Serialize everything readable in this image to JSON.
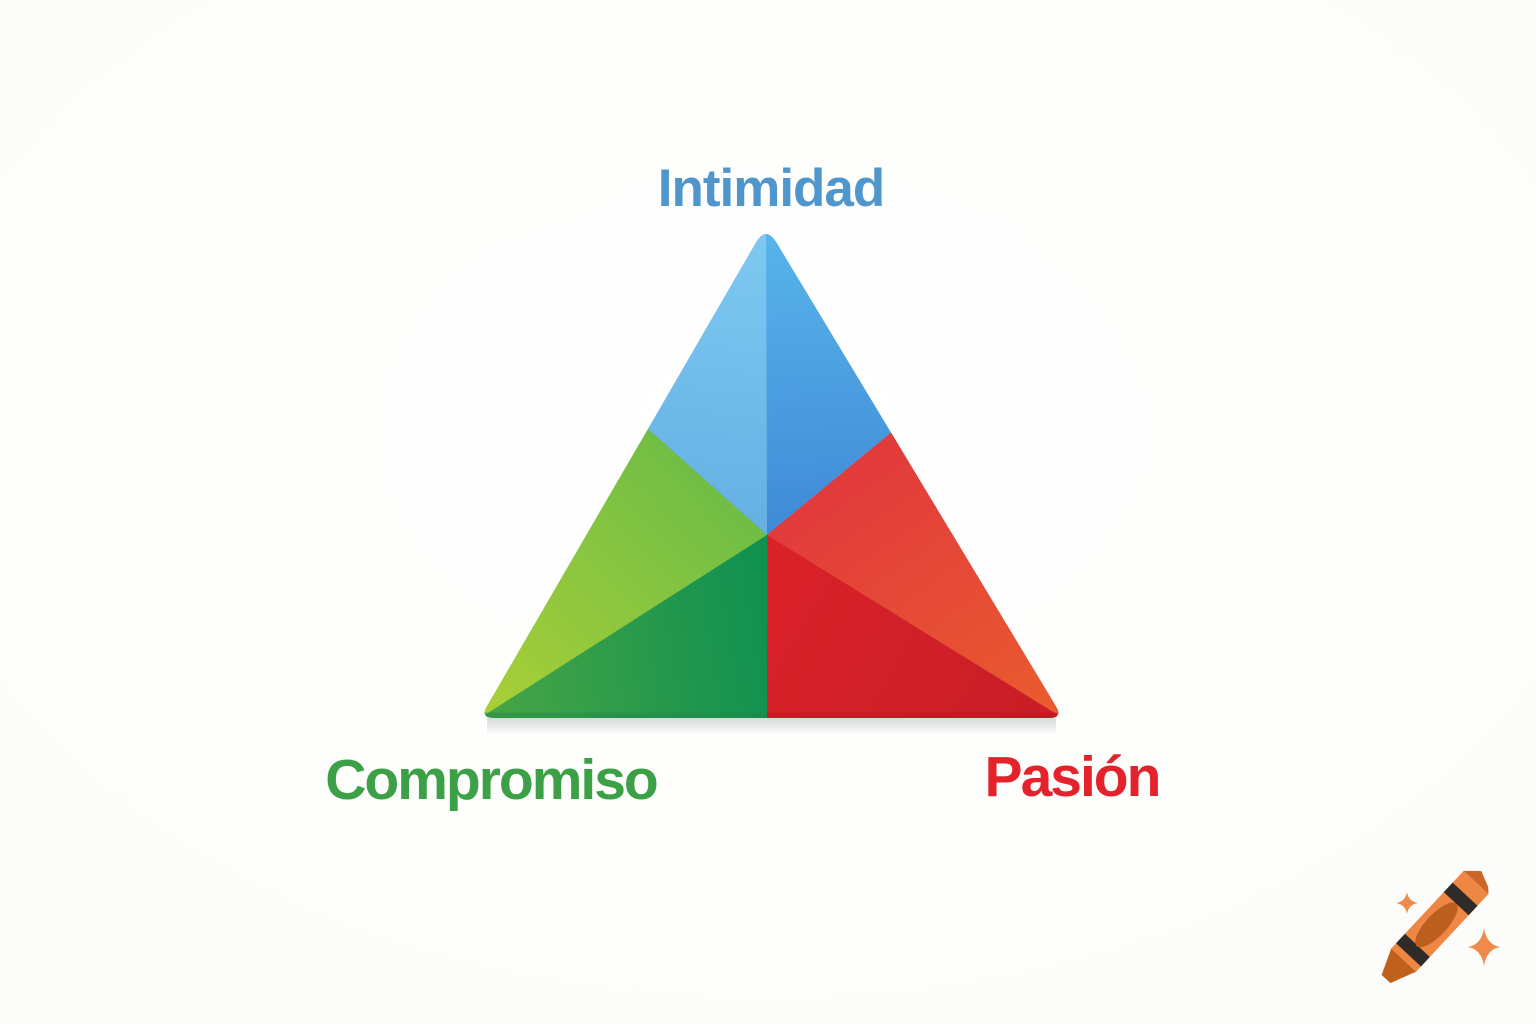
{
  "diagram": {
    "shape": "triangle"
  },
  "labels": {
    "top": "Intimidad",
    "bottom_left": "Compromiso",
    "bottom_right": "Pasión"
  },
  "label_colors": {
    "top": "#4E96CC",
    "bottom_left": "#3CA047",
    "bottom_right": "#E3222B"
  },
  "triangle_colors": {
    "blue_light_top": "#7EC9F1",
    "blue_light_bottom": "#64AEE3",
    "blue_dark_top": "#58B4EA",
    "blue_dark_bottom": "#3E88D6",
    "green_light_corner": "#A9CF37",
    "green_light_inner": "#6ABC47",
    "green_dark_left": "#47A545",
    "green_dark_right": "#119150",
    "red_light_inner": "#E23B3C",
    "red_light_corner": "#EA5B2E",
    "red_dark_inner": "#DA2129",
    "red_dark_outer": "#C91E27",
    "green_edge": "#1C8746",
    "red_edge": "#A81B22",
    "shadow": "#97A29D"
  },
  "watermark": {
    "icon": "crayon-icon",
    "body": "#EE8743",
    "tip": "#C0601D",
    "label_oval": "#BC5E1E",
    "stripe": "#2F2B28",
    "end_face": "#CC6526",
    "sparkle": "#F08A4B"
  }
}
